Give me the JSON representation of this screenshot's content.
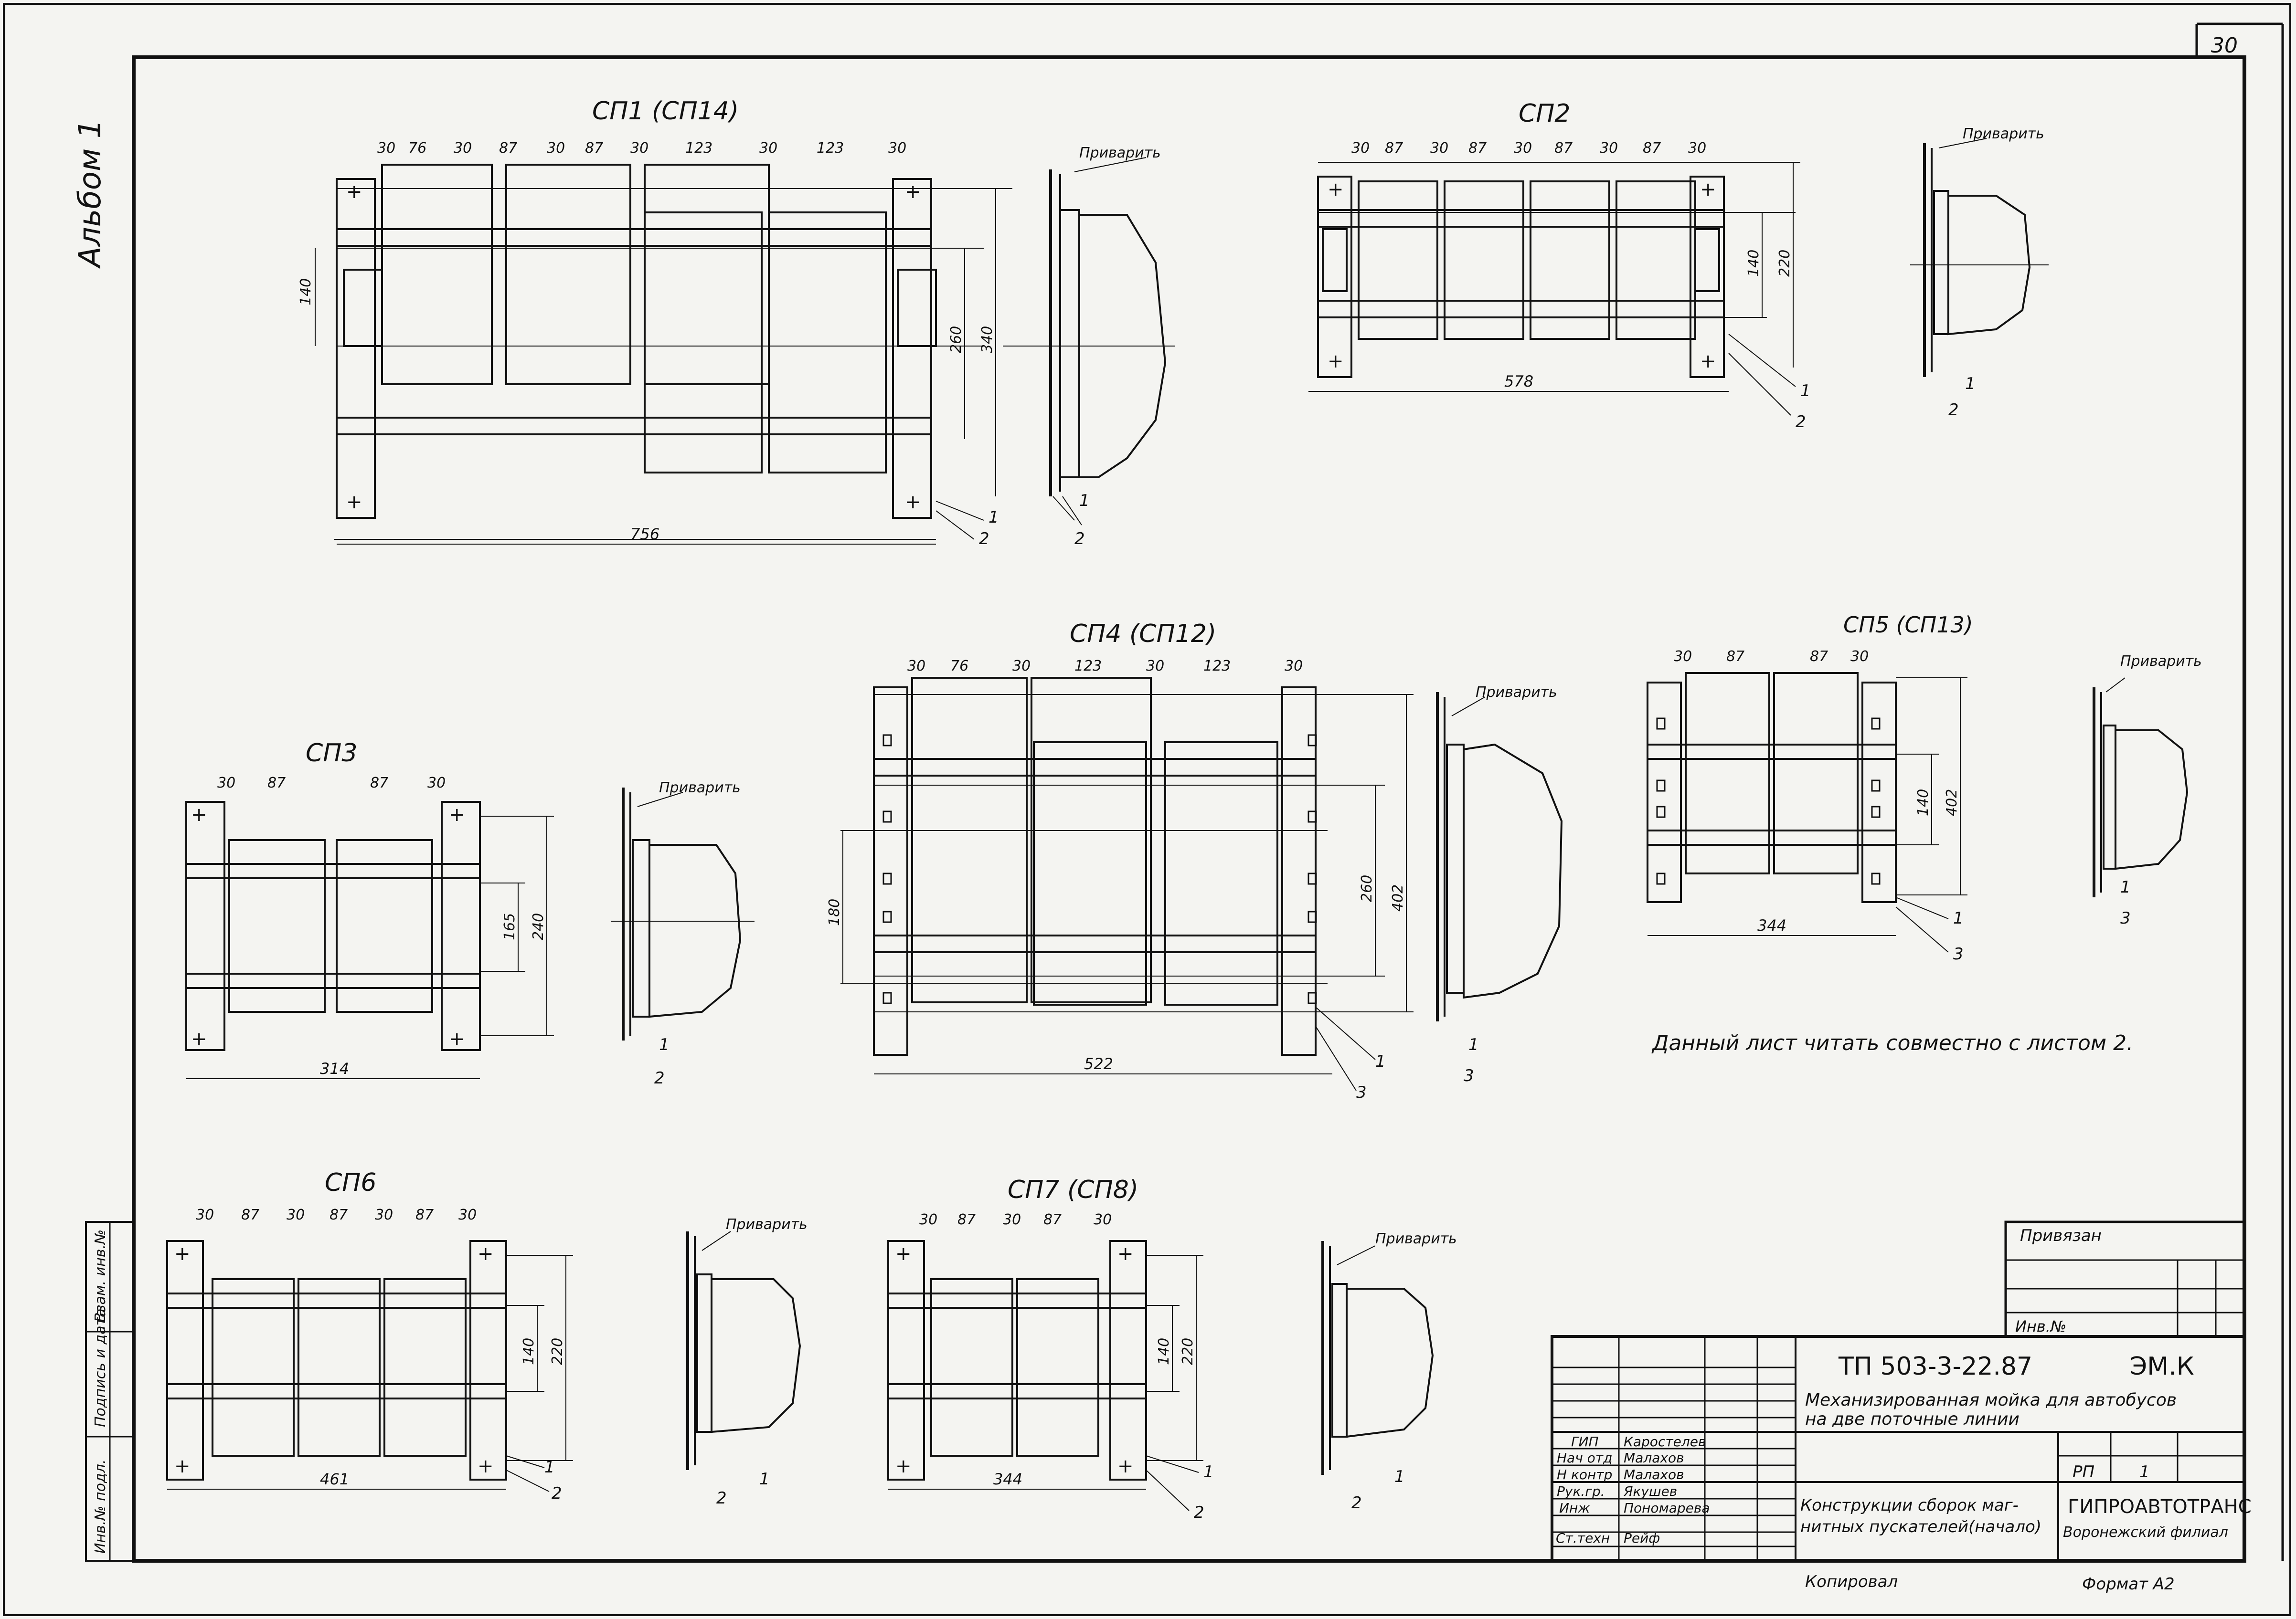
{
  "sheet": {
    "page_number": "30",
    "album": "Альбом 1"
  },
  "left_strip": {
    "inv_podl": "Инв.№ подл.",
    "podpis_data": "Подпись и дата",
    "vzam_inv": "Взам. инв.№"
  },
  "weld_label": "Приварить",
  "callouts": {
    "one": "1",
    "two": "2",
    "three": "3"
  },
  "assemblies": {
    "sp1": {
      "title": "СП1 (СП14)",
      "top_dims": [
        "30",
        "76",
        "30",
        "87",
        "30",
        "87",
        "30",
        "123",
        "30",
        "123",
        "30"
      ],
      "side_dims": [
        "140",
        "260",
        "340"
      ],
      "bottom_dim": "756"
    },
    "sp2": {
      "title": "СП2",
      "top_dims": [
        "30",
        "87",
        "30",
        "87",
        "30",
        "87",
        "30",
        "87",
        "30"
      ],
      "side_dims": [
        "140",
        "220"
      ],
      "bottom_dim": "578"
    },
    "sp3": {
      "title": "СП3",
      "top_dims": [
        "30",
        "87",
        "87",
        "30"
      ],
      "side_dims": [
        "165",
        "240"
      ],
      "bottom_dim": "314"
    },
    "sp4": {
      "title": "СП4 (СП12)",
      "top_dims": [
        "30",
        "76",
        "30",
        "123",
        "30",
        "123",
        "30"
      ],
      "side_dims": [
        "180",
        "260",
        "402"
      ],
      "bottom_dim": "522"
    },
    "sp5": {
      "title": "СП5 (СП13)",
      "top_dims": [
        "30",
        "87",
        "87",
        "30"
      ],
      "side_dims": [
        "140",
        "402"
      ],
      "bottom_dim": "344"
    },
    "sp6": {
      "title": "СП6",
      "top_dims": [
        "30",
        "87",
        "30",
        "87",
        "30",
        "87",
        "30"
      ],
      "side_dims": [
        "140",
        "220"
      ],
      "bottom_dim": "461"
    },
    "sp7": {
      "title": "СП7 (СП8)",
      "top_dims": [
        "30",
        "87",
        "30",
        "87",
        "30"
      ],
      "side_dims": [
        "140",
        "220"
      ],
      "bottom_dim": "344"
    }
  },
  "note": "Данный лист читать совместно с листом 2.",
  "privyazan": {
    "label": "Привязан",
    "inv_label": "Инв.№"
  },
  "title_block": {
    "code": "ТП 503-3-22.87",
    "mark": "ЭМ.К",
    "project_line1": "Механизированная мойка для автобусов",
    "project_line2": "на две поточные линии",
    "stage": "РП",
    "sheet": "1",
    "drawing_line1": "Конструкции сборок маг-",
    "drawing_line2": "нитных пускателей(начало)",
    "org_line1": "ГИПРОАВТОТРАНС",
    "org_line2": "Воронежский филиал",
    "roles": [
      {
        "role": "ГИП",
        "name": "Каростелев"
      },
      {
        "role": "Нач отд",
        "name": "Малахов"
      },
      {
        "role": "Н контр",
        "name": "Малахов"
      },
      {
        "role": "Рук.гр.",
        "name": "Якушев"
      },
      {
        "role": "Инж",
        "name": "Пономарева"
      },
      {
        "role": "Ст.техн",
        "name": "Рейф"
      }
    ]
  },
  "footer": {
    "copied": "Копировал",
    "format": "Формат А2"
  }
}
